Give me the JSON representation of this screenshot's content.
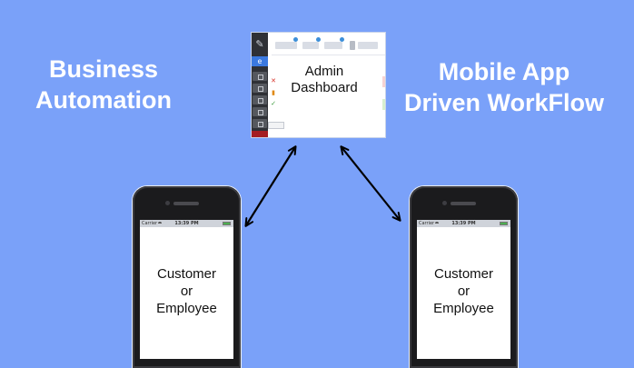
{
  "left_heading": {
    "line1": "Business",
    "line2": "Automation"
  },
  "right_heading": {
    "line1": "Mobile App",
    "line2": "Driven WorkFlow"
  },
  "admin": {
    "line1": "Admin",
    "line2": "Dashboard"
  },
  "phone_left": {
    "status_time": "13:39 PM",
    "status_carrier": "Carrier",
    "line1": "Customer",
    "line2": "or",
    "line3": "Employee"
  },
  "phone_right": {
    "status_time": "13:39 PM",
    "status_carrier": "Carrier",
    "line1": "Customer",
    "line2": "or",
    "line3": "Employee"
  },
  "colors": {
    "background": "#7aa1f9",
    "heading_text": "#ffffff",
    "arrow": "#000000"
  }
}
